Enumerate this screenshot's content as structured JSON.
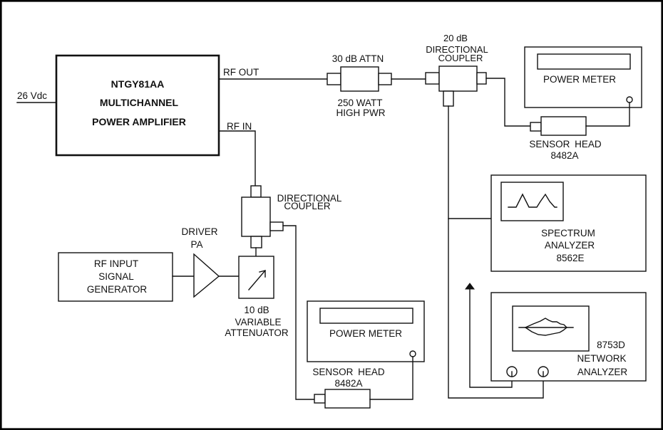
{
  "colors": {
    "stroke": "#111111",
    "background": "#ffffff"
  },
  "amplifier": {
    "lines": [
      "NTGY81AA",
      "MULTICHANNEL",
      "POWER AMPLIFIER"
    ],
    "supply_label": "26 Vdc",
    "rf_out_label": "RF OUT",
    "rf_in_label": "RF IN"
  },
  "attenuator_30db": {
    "label": "30 dB ATTN",
    "sublabel_lines": [
      "250 WATT",
      "HIGH PWR"
    ]
  },
  "coupler_20db": {
    "lines": [
      "20 dB",
      "DIRECTIONAL",
      "COUPLER"
    ]
  },
  "power_meter_1": {
    "label": "POWER METER"
  },
  "sensor_head_1": {
    "lines": [
      "SENSOR HEAD",
      "8482A"
    ]
  },
  "spectrum_analyzer": {
    "lines": [
      "SPECTRUM",
      "ANALYZER",
      "8562E"
    ]
  },
  "network_analyzer": {
    "lines": [
      "8753D",
      "NETWORK",
      "ANALYZER"
    ]
  },
  "input_coupler": {
    "lines": [
      "DIRECTIONAL",
      "COUPLER"
    ]
  },
  "driver_pa": {
    "lines": [
      "DRIVER",
      "PA"
    ]
  },
  "signal_generator": {
    "lines": [
      "RF INPUT",
      "SIGNAL",
      "GENERATOR"
    ]
  },
  "variable_attenuator": {
    "lines": [
      "10 dB",
      "VARIABLE",
      "ATTENUATOR"
    ]
  },
  "power_meter_2": {
    "label": "POWER METER"
  },
  "sensor_head_2": {
    "lines": [
      "SENSOR HEAD",
      "8482A"
    ]
  }
}
